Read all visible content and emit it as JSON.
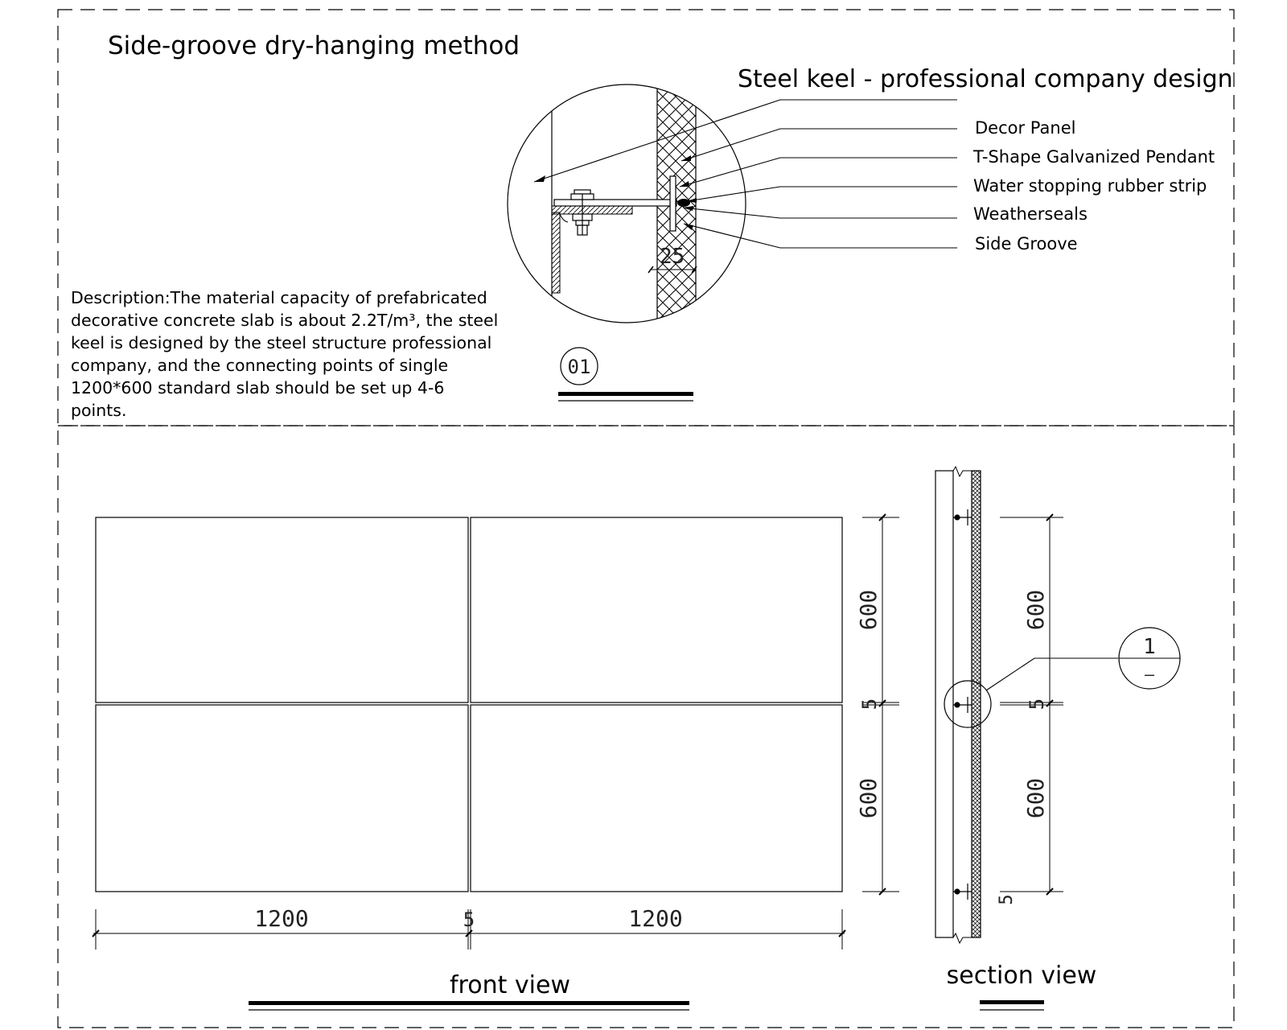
{
  "title": "Side-groove dry-hanging method",
  "detail": {
    "keel_label": "Steel keel - professional company design",
    "callouts": [
      "Decor Panel",
      "T-Shape Galvanized Pendant",
      "Water stopping rubber strip",
      "Weatherseals",
      "Side Groove"
    ],
    "groove_dim": "25",
    "detail_tag": "01"
  },
  "description": "Description:The material capacity of prefabricated decorative concrete slab is about 2.2T/m³, the steel keel is designed by the steel structure professional company, and the connecting points of single 1200*600 standard slab should be set up 4-6 points.",
  "front_view": {
    "label": "front view",
    "width_dims": [
      "1200",
      "5",
      "1200"
    ],
    "height_dims": [
      "600",
      "5",
      "600"
    ]
  },
  "section_view": {
    "label": "section view",
    "height_dims": [
      "600",
      "5",
      "600",
      "5"
    ],
    "detail_ref_top": "1",
    "detail_ref_bottom": "—"
  }
}
